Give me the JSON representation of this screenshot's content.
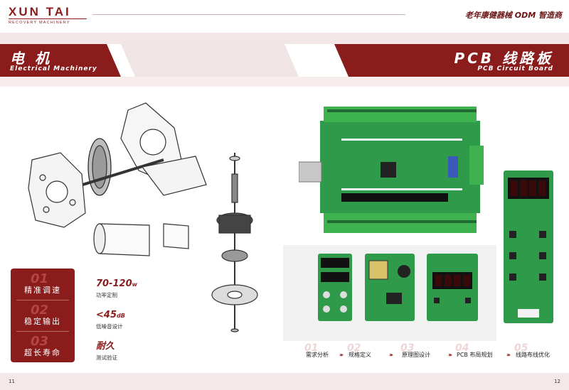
{
  "header": {
    "logo_main": "XUN TAI",
    "logo_sub": "RECOVERY MACHINERY",
    "tagline": "老年康健器械 ODM 智造商"
  },
  "left_section": {
    "title_cn": "电 机",
    "title_en": "Electrical Machinery"
  },
  "right_section": {
    "title_cn": "PCB 线路板",
    "title_en": "PCB Circuit Board"
  },
  "features": [
    {
      "num": "01",
      "label": "精准调速",
      "spec": "70-120",
      "unit": "w",
      "sub": "功率定制"
    },
    {
      "num": "02",
      "label": "稳定输出",
      "spec": "<45",
      "unit": "dB",
      "sub": "低噪音设计"
    },
    {
      "num": "03",
      "label": "超长寿命",
      "spec": "耐久",
      "unit": "",
      "sub": "测试验证"
    }
  ],
  "steps": [
    {
      "num": "01",
      "label": "需求分析"
    },
    {
      "num": "02",
      "label": "规格定义"
    },
    {
      "num": "03",
      "label": "原理图设计"
    },
    {
      "num": "04",
      "label": "PCB 布局规划"
    },
    {
      "num": "05",
      "label": "线路布线优化"
    }
  ],
  "step_arrow": "›››",
  "pages": {
    "left": "11",
    "right": "12"
  },
  "colors": {
    "brand": "#8a1c1c",
    "pcb_green": "#2f9a4a",
    "terminal_green": "#3db24f"
  }
}
